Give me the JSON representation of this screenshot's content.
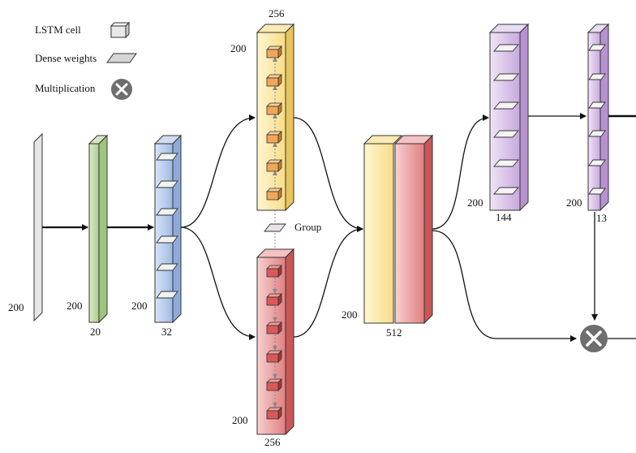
{
  "legend": {
    "lstm_label": "LSTM cell",
    "dense_label": "Dense weights",
    "mult_label": "Multiplication"
  },
  "input_layer": {
    "height_label": "200"
  },
  "layer_20": {
    "height_label": "200",
    "width_label": "20"
  },
  "layer_32": {
    "height_label": "200",
    "width_label": "32"
  },
  "upper_lstm": {
    "top_label": "256",
    "side_label": "200"
  },
  "lower_lstm": {
    "bottom_label": "256",
    "side_label": "200"
  },
  "group_label": "Group",
  "concat": {
    "height_label": "200",
    "width_label": "512"
  },
  "dense_144": {
    "height_label": "200",
    "width_label": "144"
  },
  "dense_13": {
    "height_label": "200",
    "width_label": "13"
  },
  "colors": {
    "gray": "#e4e4e4",
    "green": "#b5d39a",
    "blue": "#a9c1e8",
    "yellow": "#fbe6a0",
    "red": "#ea9b9b",
    "purple": "#d4bde6",
    "cell_orange": "#f0b070",
    "cell_red": "#d9595b",
    "mult": "#6e6e6e"
  }
}
